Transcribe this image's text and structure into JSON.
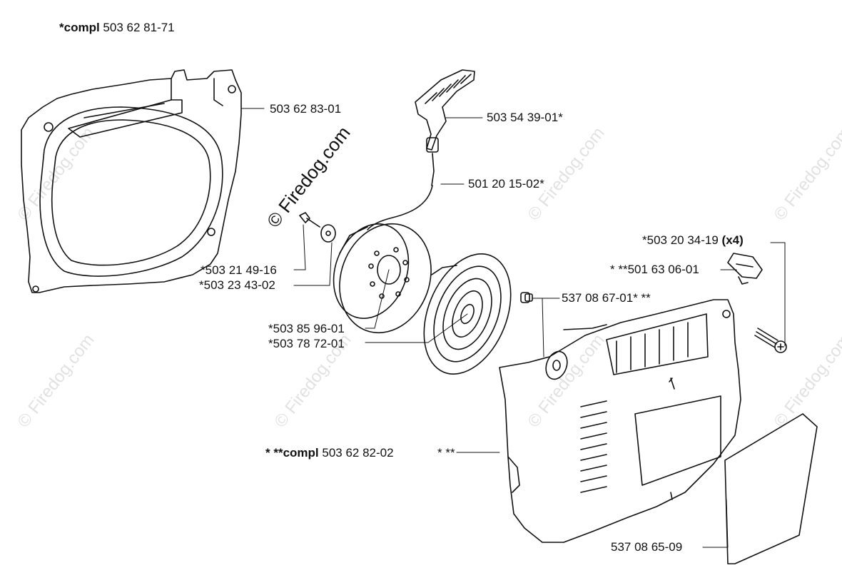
{
  "header": {
    "prefix": "*compl",
    "number": "503 62 81-71"
  },
  "watermark": {
    "main": "© Firedog.com",
    "faint": "© Firedog.com"
  },
  "labels": {
    "l1": "503 62 83-01",
    "l2": "503 54 39-01*",
    "l3": "501 20 15-02*",
    "l4": "*503 21 49-16",
    "l5": "*503 23 43-02",
    "l6_prefix": "*503 20 34-19 ",
    "l6_suffix": "(x4)",
    "l7": "* **501 63 06-01",
    "l8": "537 08 67-01* **",
    "l9": "*503 85 96-01",
    "l10": "*503 78 72-01",
    "l11_pre": "* **",
    "l11_bold": "compl",
    "l11_num": " 503 62 82-02",
    "l11_tail": "* **",
    "l12": "537 08 65-09"
  }
}
